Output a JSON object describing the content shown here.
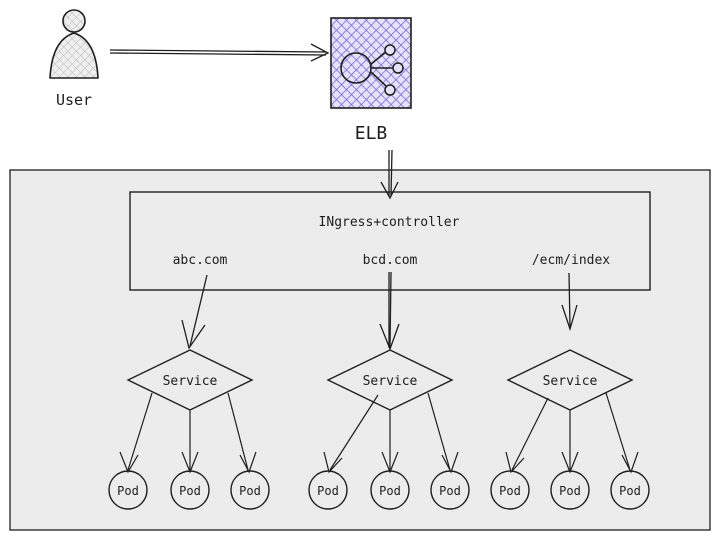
{
  "user": {
    "label": "User"
  },
  "elb": {
    "label": "ELB"
  },
  "ingress": {
    "label": "INgress+controller",
    "routes": [
      "abc.com",
      "bcd.com",
      "/ecm/index"
    ]
  },
  "services": [
    {
      "label": "Service",
      "pods": [
        "Pod",
        "Pod",
        "Pod"
      ]
    },
    {
      "label": "Service",
      "pods": [
        "Pod",
        "Pod",
        "Pod"
      ]
    },
    {
      "label": "Service",
      "pods": [
        "Pod",
        "Pod",
        "Pod"
      ]
    }
  ],
  "colors": {
    "stroke": "#1e1e1e",
    "cluster_fill": "#ececec",
    "elb_fill": "#7c6ce0",
    "user_fill": "#c8c8c8"
  }
}
